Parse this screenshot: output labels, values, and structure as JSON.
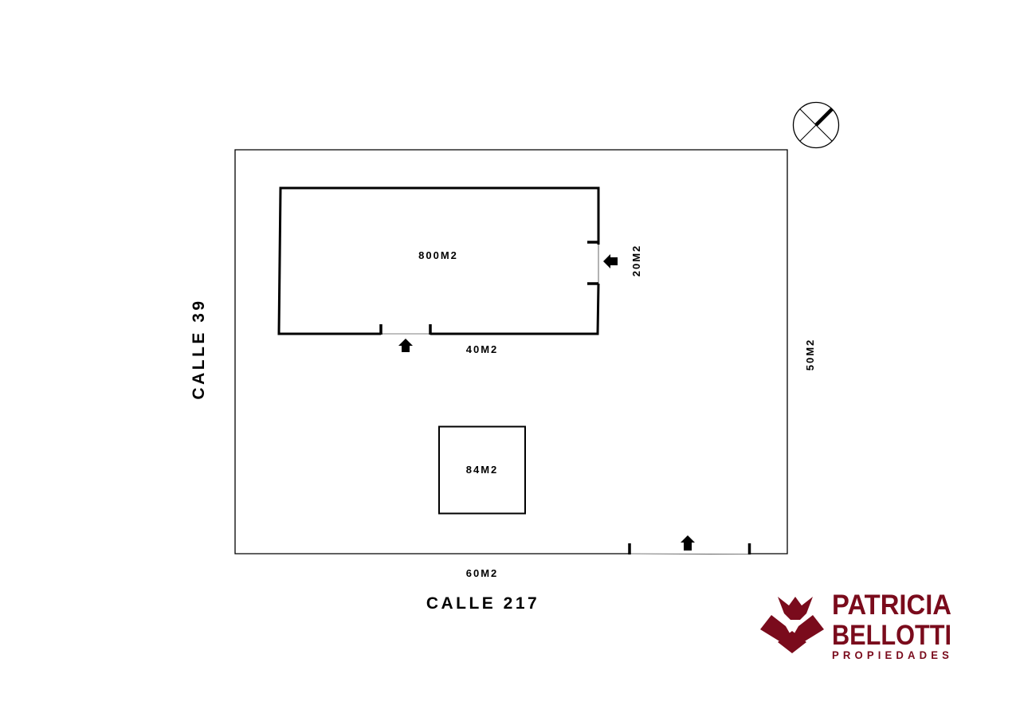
{
  "plan": {
    "main_building_area": "800M2",
    "side_setback": "20M2",
    "front_setback": "40M2",
    "right_side": "50M2",
    "small_building_area": "84M2",
    "bottom_side": "60M2"
  },
  "streets": {
    "left": "CALLE 39",
    "bottom": "CALLE 217"
  },
  "brand": {
    "line1": "PATRICIA",
    "line2": "BELLOTTI",
    "line3": "PROPIEDADES",
    "color": "#7a0b1c"
  },
  "icons": [
    "compass-icon",
    "entrance-arrow-icon",
    "brand-logo-icon"
  ]
}
